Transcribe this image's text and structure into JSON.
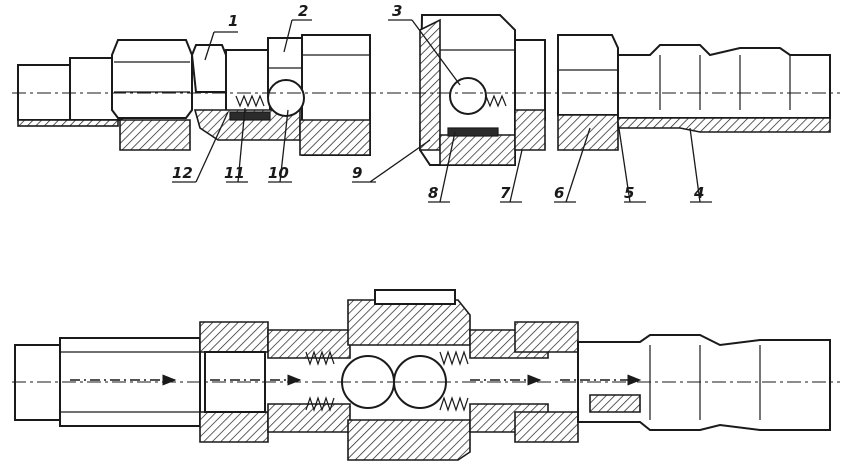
{
  "diagram": {
    "type": "engineering-section-drawing",
    "views": [
      {
        "id": "disconnected"
      },
      {
        "id": "connected"
      }
    ],
    "callouts": [
      {
        "label": "1"
      },
      {
        "label": "2"
      },
      {
        "label": "3"
      },
      {
        "label": "4"
      },
      {
        "label": "5"
      },
      {
        "label": "6"
      },
      {
        "label": "7"
      },
      {
        "label": "8"
      },
      {
        "label": "9"
      },
      {
        "label": "10"
      },
      {
        "label": "11"
      },
      {
        "label": "12"
      }
    ],
    "colors": {
      "ink": "#1a1a1a",
      "paper": "#ffffff"
    }
  }
}
